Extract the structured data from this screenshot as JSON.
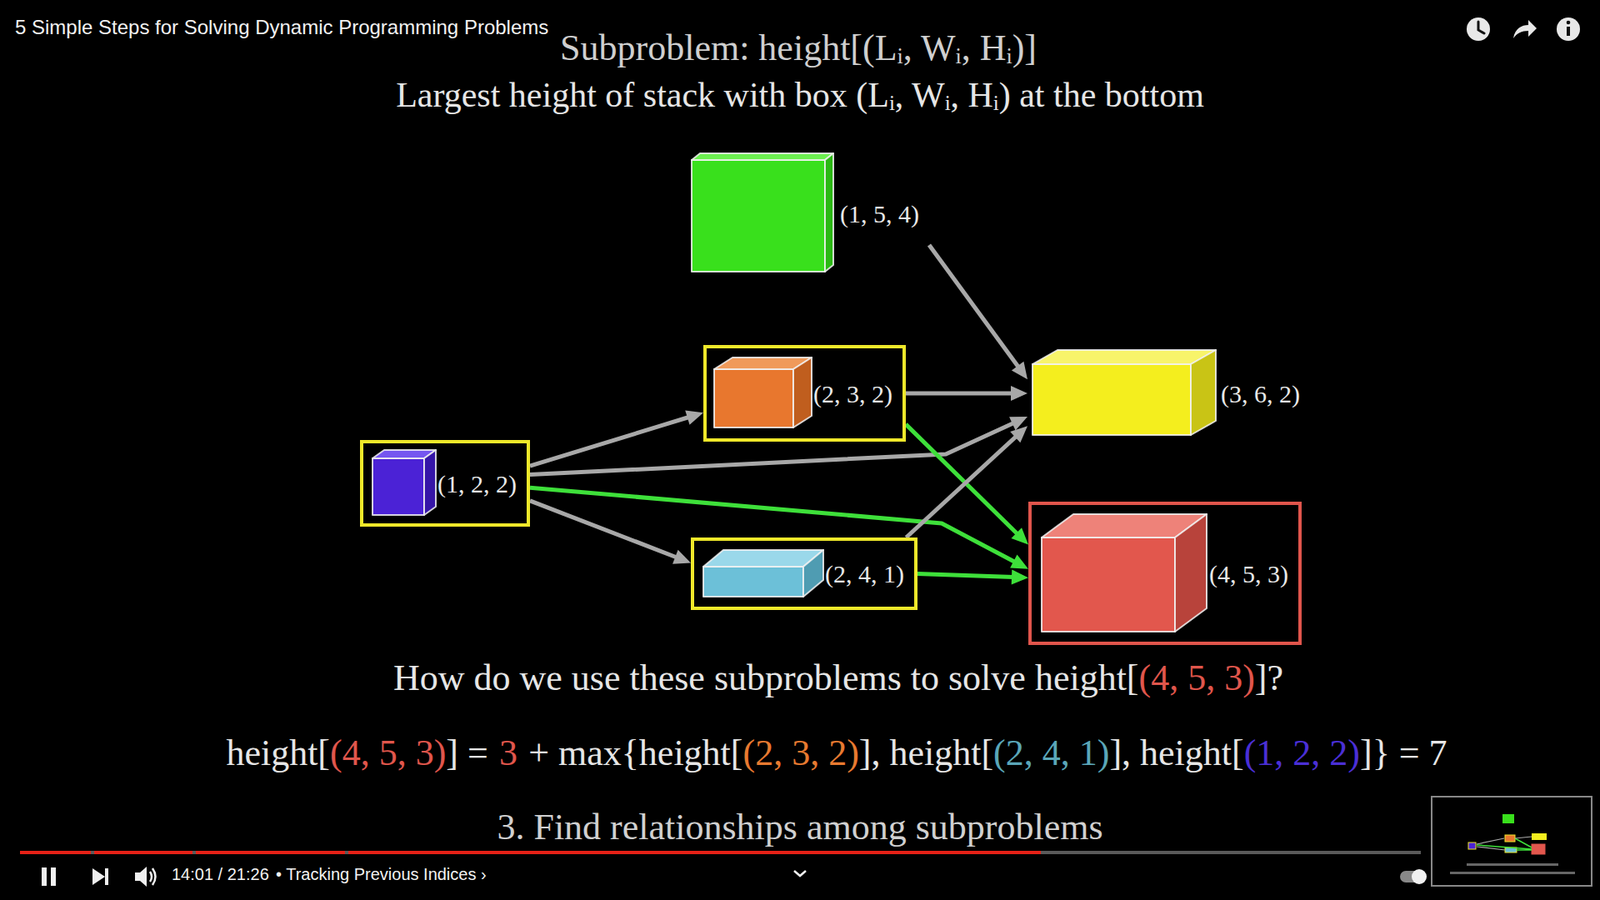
{
  "diagram": {
    "title": "Subproblem: height[(Lᵢ, Wᵢ, Hᵢ)]",
    "nodes": [
      {
        "text": [
          "(1, 5, 4)"
        ]
      },
      {
        "text": [
          "(2, 3, 2)"
        ]
      },
      {
        "text": [
          "(3, 6, 2)"
        ]
      },
      {
        "text": [
          "(1, 2, 2)"
        ]
      },
      {
        "text": [
          "(2, 4, 1)"
        ]
      },
      {
        "text": [
          "(4, 5, 3)"
        ]
      }
    ],
    "edges": [
      {
        "from": 0,
        "to": 2,
        "arrow": "to"
      },
      {
        "from": 3,
        "to": 1,
        "arrow": "to"
      },
      {
        "from": 3,
        "to": 2,
        "arrow": "to"
      },
      {
        "from": 3,
        "to": 4,
        "arrow": "to"
      },
      {
        "from": 3,
        "to": 5,
        "arrow": "to"
      },
      {
        "from": 1,
        "to": 2,
        "arrow": "to"
      },
      {
        "from": 1,
        "to": 5,
        "arrow": "to"
      },
      {
        "from": 4,
        "to": 2,
        "arrow": "to"
      },
      {
        "from": 4,
        "to": 5,
        "arrow": "to"
      }
    ],
    "labels": [
      "5 Simple Steps for Solving Dynamic Programming Problems",
      "Largest height of stack with box (Lᵢ, Wᵢ, Hᵢ) at the bottom",
      "How do we use these subproblems to solve height[",
      "(4, 5, 3)",
      "]?",
      "height[",
      "(4, 5, 3)",
      "] =",
      "3",
      "+ max{height[",
      "(2, 3, 2)",
      "], height[",
      "(2, 4, 1)",
      "], height[",
      "(1, 2, 2)",
      "]} = 7",
      "3. Find relationships among subproblems",
      "14:01 / 21:26",
      "• Tracking Previous Indices ›"
    ]
  }
}
